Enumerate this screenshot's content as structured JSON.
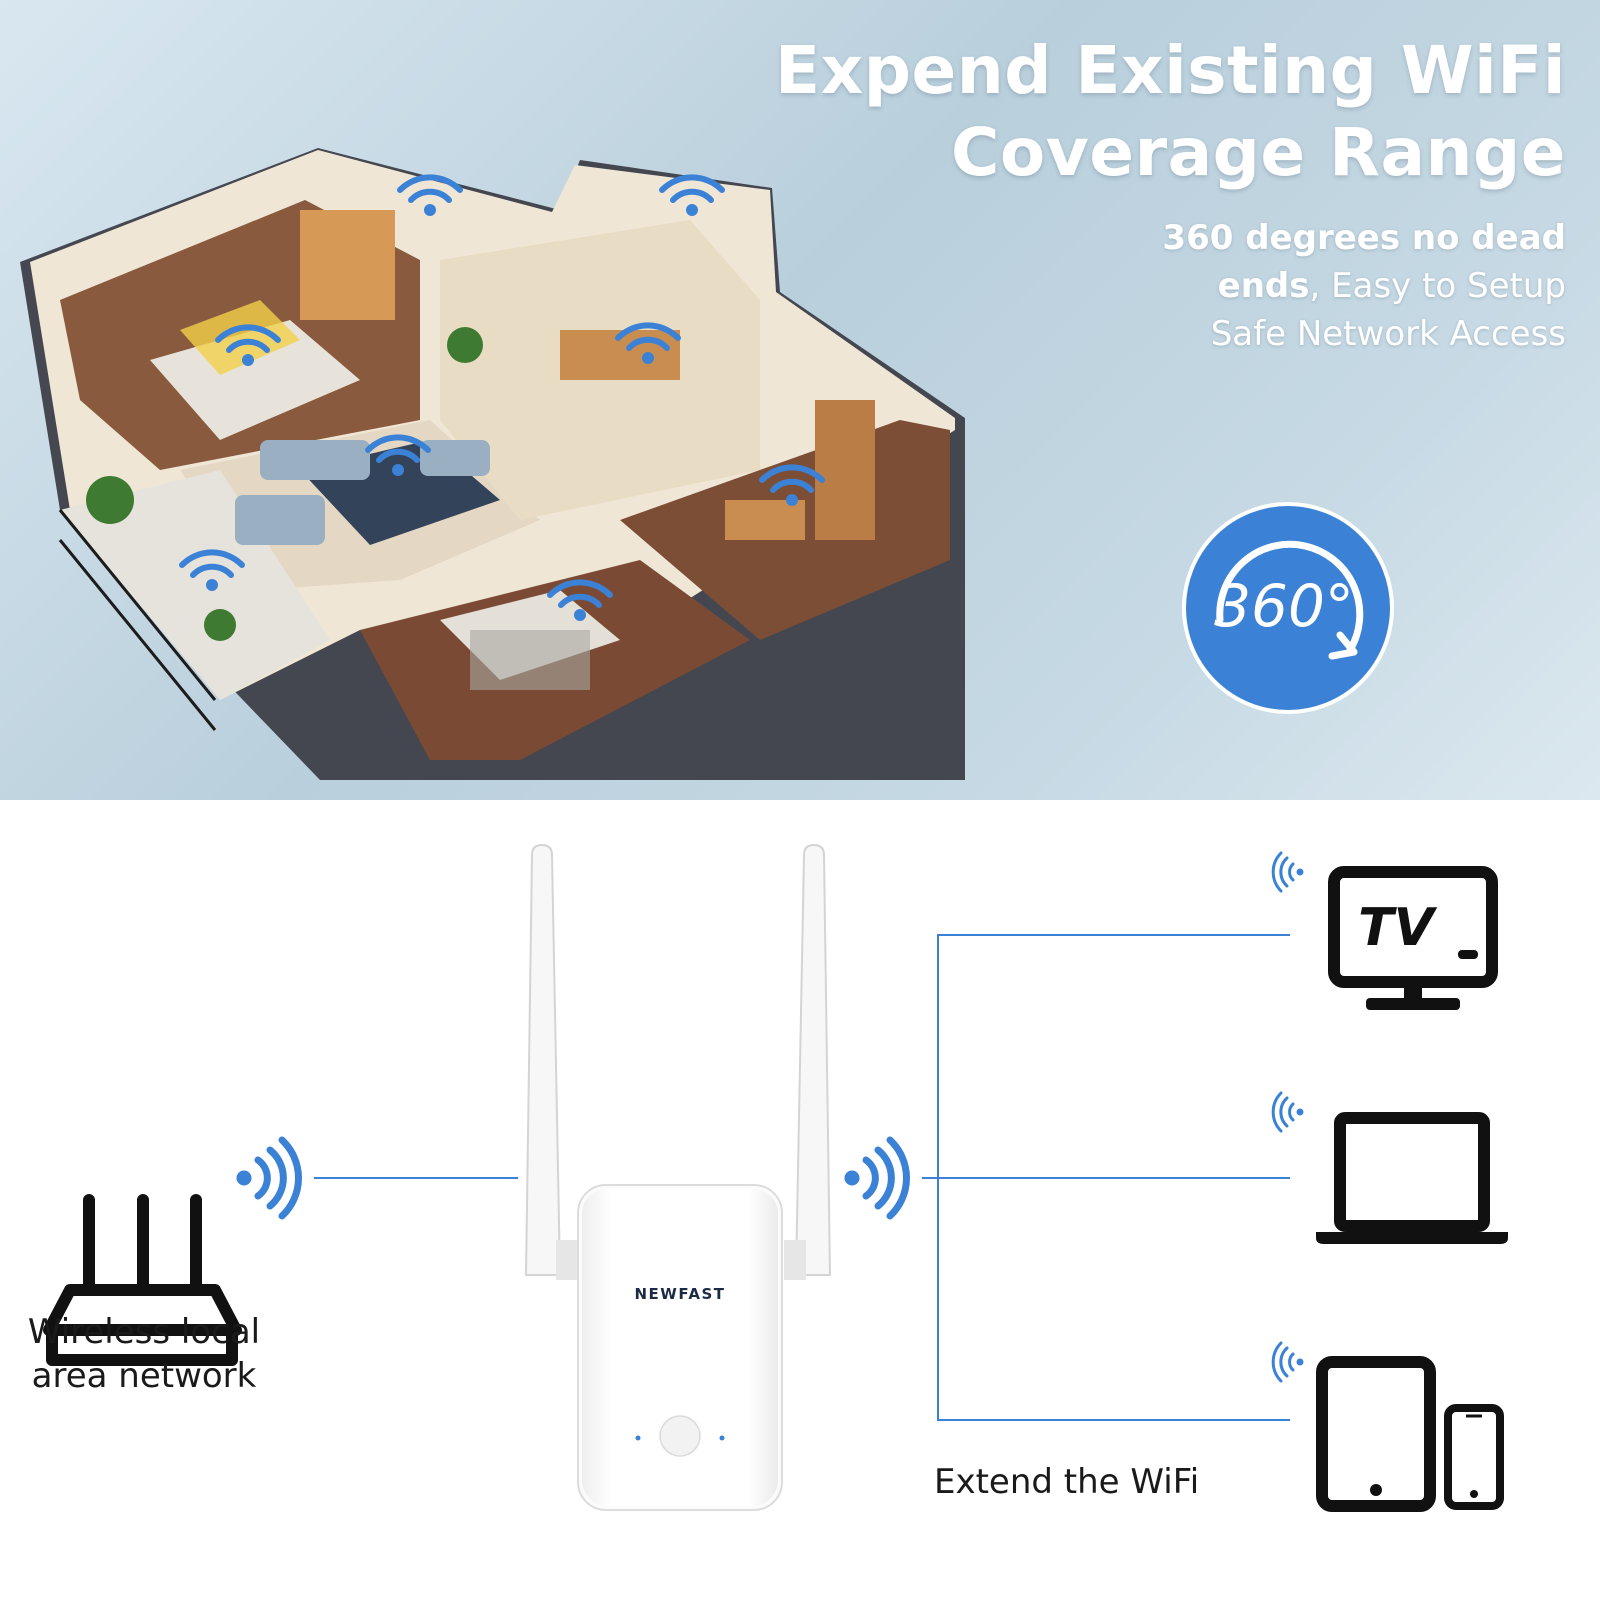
{
  "banner": {
    "headline_line1": "Expend Existing WiFi",
    "headline_line2": "Coverage Range",
    "sub_bold1": "360 degrees no dead",
    "sub_bold2": "ends",
    "sub_rest2": ", Easy to Setup",
    "sub_line3": "Safe Network Access",
    "badge_text": "360°",
    "accent_color": "#3b82d6"
  },
  "diagram": {
    "router_caption_line1": "Wireless local",
    "router_caption_line2": "area network",
    "extender_brand": "NEWFAST",
    "extend_caption": "Extend the WiFi",
    "tv_label": "TV",
    "line_color": "#3b82d6",
    "icons": [
      "router-icon",
      "wifi-signal-icon",
      "wifi-extender-icon",
      "tv-icon",
      "laptop-icon",
      "tablet-icon",
      "phone-icon"
    ]
  }
}
